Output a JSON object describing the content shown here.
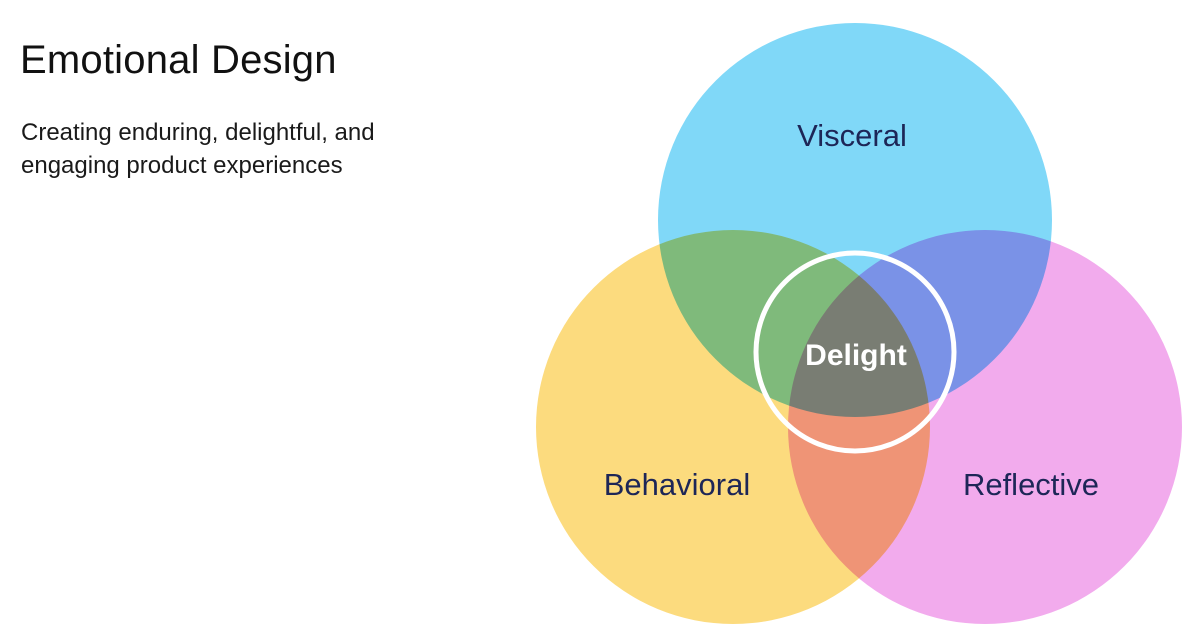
{
  "slide": {
    "title": "Emotional Design",
    "subtitle_lines": [
      "Creating enduring, delightful, and",
      "engaging product experiences"
    ]
  },
  "diagram": {
    "sets": [
      {
        "key": "visceral",
        "label": "Visceral",
        "color": "#5ccdf6"
      },
      {
        "key": "behavioral",
        "label": "Behavioral",
        "color": "#fcd15a"
      },
      {
        "key": "reflective",
        "label": "Reflective",
        "color": "#ee93e8"
      }
    ],
    "center": {
      "label": "Delight",
      "ring_color": "#ffffff"
    },
    "label_color": "#1d2657"
  }
}
